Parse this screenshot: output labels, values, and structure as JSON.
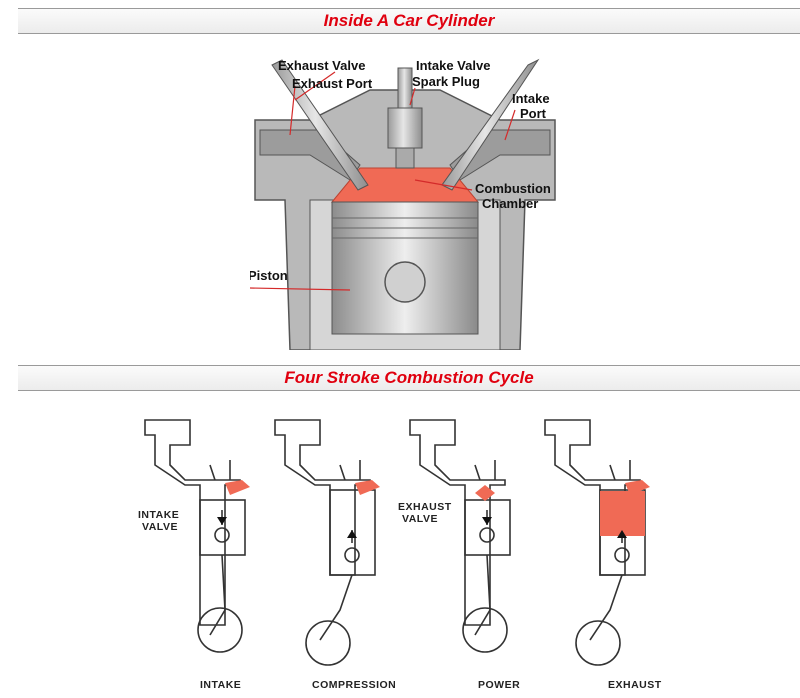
{
  "sections": [
    {
      "title": "Inside A Car Cylinder"
    },
    {
      "title": "Four Stroke Combustion Cycle"
    }
  ],
  "cylinder": {
    "labels": {
      "exhaust_valve": "Exhaust Valve",
      "exhaust_port": "Exhaust Port",
      "intake_valve": "Intake Valve",
      "spark_plug": "Spark Plug",
      "intake_port_1": "Intake",
      "intake_port_2": "Port",
      "combustion_1": "Combustion",
      "combustion_2": "Chamber",
      "piston": "Piston"
    }
  },
  "cycle": {
    "strokes": [
      "INTAKE",
      "COMPRESSION",
      "POWER",
      "EXHAUST"
    ],
    "annotations": {
      "intake_valve_1": "INTAKE",
      "intake_valve_2": "VALVE",
      "exhaust_valve_1": "EXHAUST",
      "exhaust_valve_2": "VALVE"
    }
  },
  "colors": {
    "title_red": "#e0000f",
    "chamber_red": "#f06a55",
    "leader_red": "#d42a2a",
    "metal_gray": "#c4c4c4"
  }
}
